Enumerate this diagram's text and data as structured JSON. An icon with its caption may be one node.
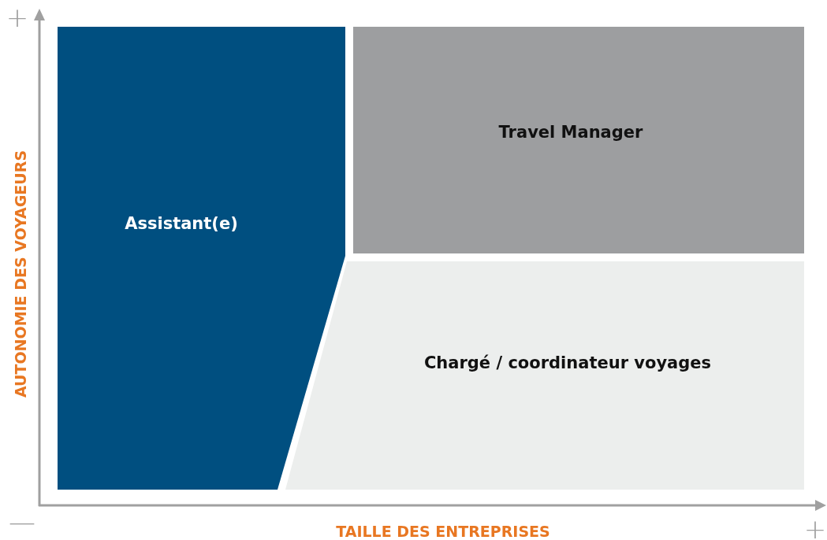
{
  "diagram": {
    "nodes": [
      {
        "text": [
          "Assistant(e)"
        ]
      },
      {
        "text": [
          "Travel Manager"
        ]
      },
      {
        "text": [
          "Chargé / coordinateur voyages"
        ]
      }
    ],
    "labels": [
      "+",
      "AUTONOMIE DES VOYAGEURS",
      "—",
      "TAILLE DES ENTREPRISES",
      "+"
    ]
  }
}
